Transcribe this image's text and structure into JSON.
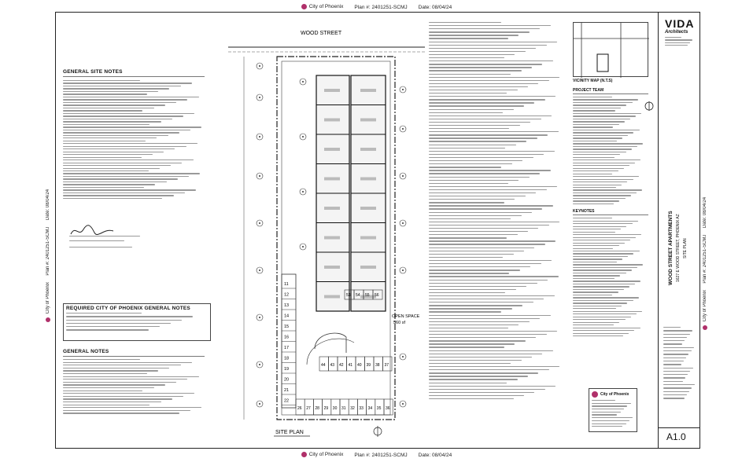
{
  "stamp": {
    "city": "City of Phoenix",
    "plan": "Plan #: 2401251-SCMJ",
    "date": "Date: 08/04/24"
  },
  "left_panel": {
    "general_site_notes_title": "GENERAL SITE NOTES",
    "required_notes_title": "REQUIRED CITY OF PHOENIX GENERAL NOTES",
    "general_notes_title": "GENERAL NOTES"
  },
  "plan": {
    "street_label": "WOOD STREET",
    "title": "SITE PLAN",
    "open_space_label": "OPEN SPACE",
    "open_space_area": "560 sf",
    "stalls_bottom": [
      "26",
      "27",
      "28",
      "29",
      "30",
      "31",
      "32",
      "33",
      "34",
      "35",
      "36"
    ],
    "stalls_mid": [
      "44",
      "43",
      "42",
      "41",
      "40",
      "39",
      "38",
      "37"
    ],
    "stalls_left": [
      "11",
      "12",
      "13",
      "14",
      "15",
      "16",
      "17",
      "18",
      "19",
      "20",
      "21",
      "22"
    ],
    "stalls_upper": [
      "53",
      "54",
      "55",
      "56"
    ]
  },
  "right_panel": {
    "vicinity_map_title": "VICINITY MAP (N.T.S)",
    "project_team_title": "PROJECT TEAM",
    "keynotes_title": "KEYNOTES"
  },
  "title_block": {
    "firm_name": "VIDA",
    "firm_sub": "Architects",
    "project_name": "WOOD STREET APARTMENTS",
    "project_address": "1627 E WOOD STREET, PHOENIX AZ",
    "sheet_title": "SITE PLAN",
    "sheet_number": "A1.0",
    "city_logo_text": "City of Phoenix"
  }
}
